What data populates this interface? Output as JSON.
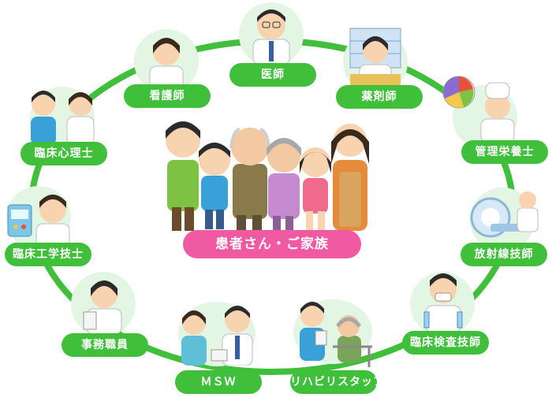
{
  "center_label": "患者さん・ご家族",
  "roles": {
    "doctor": "医師",
    "pharmacist": "薬剤師",
    "dietitian": "管理栄養士",
    "radiology": "放射線技師",
    "lab": "臨床検査技師",
    "rehab": "リハビリスタッフ",
    "msw": "ＭＳＷ",
    "clerk": "事務職員",
    "ce": "臨床工学技士",
    "psych": "臨床心理士",
    "nurse": "看護師"
  },
  "colors": {
    "ring": "#3fbf3a",
    "label_bg": "#3fbf3a",
    "center_label_bg": "#f05aa3",
    "disc": "#e3f5e3"
  }
}
